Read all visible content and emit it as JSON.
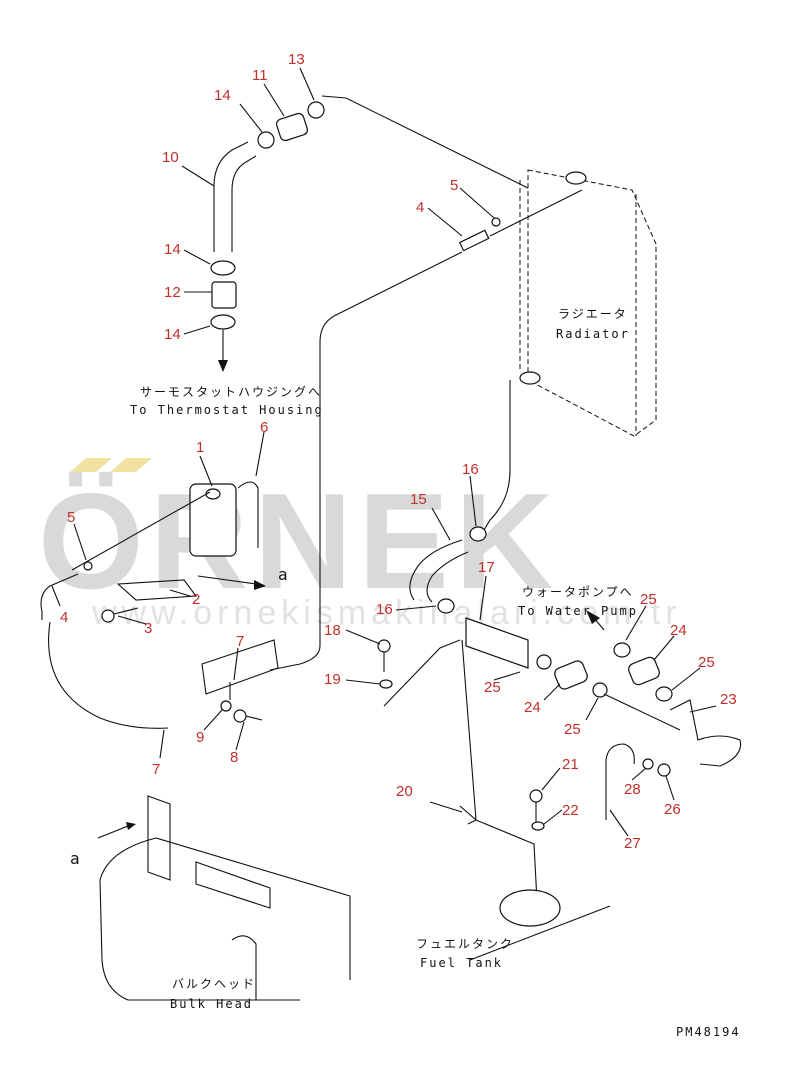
{
  "labels": {
    "thermostat_jp": "サーモスタットハウジングへ",
    "thermostat_en": "To Thermostat Housing",
    "radiator_jp": "ラジエータ",
    "radiator_en": "Radiator",
    "waterpump_jp": "ウォータポンプへ",
    "waterpump_en": "To Water Pump",
    "fueltank_jp": "フュエルタンク",
    "fueltank_en": "Fuel Tank",
    "bulkhead_jp": "バルクヘッド",
    "bulkhead_en": "Bulk Head",
    "view_a_1": "a",
    "view_a_2": "a",
    "drawing_no": "PM48194"
  },
  "watermark": {
    "brand": "ÖRNEK",
    "url": "www.ornekismakinalari.com.tr",
    "brand_color": "#d9d9d9",
    "accent_color": "#f2e2a0"
  },
  "callouts": {
    "n13": "13",
    "n11": "11",
    "n14a": "14",
    "n10": "10",
    "n14b": "14",
    "n12": "12",
    "n14c": "14",
    "n5a": "5",
    "n4a": "4",
    "n1": "1",
    "n6": "6",
    "n5b": "5",
    "n4b": "4",
    "n2": "2",
    "n3": "3",
    "n7a": "7",
    "n9": "9",
    "n8": "8",
    "n7b": "7",
    "n16a": "16",
    "n15": "15",
    "n17": "17",
    "n16b": "16",
    "n25a": "25",
    "n24a": "24",
    "n25b": "25",
    "n18": "18",
    "n19": "19",
    "n25c": "25",
    "n24b": "24",
    "n25d": "25",
    "n23": "23",
    "n21": "21",
    "n20": "20",
    "n22": "22",
    "n28": "28",
    "n26": "26",
    "n27": "27"
  },
  "colors": {
    "callout": "#c0302a",
    "line": "#111111"
  }
}
